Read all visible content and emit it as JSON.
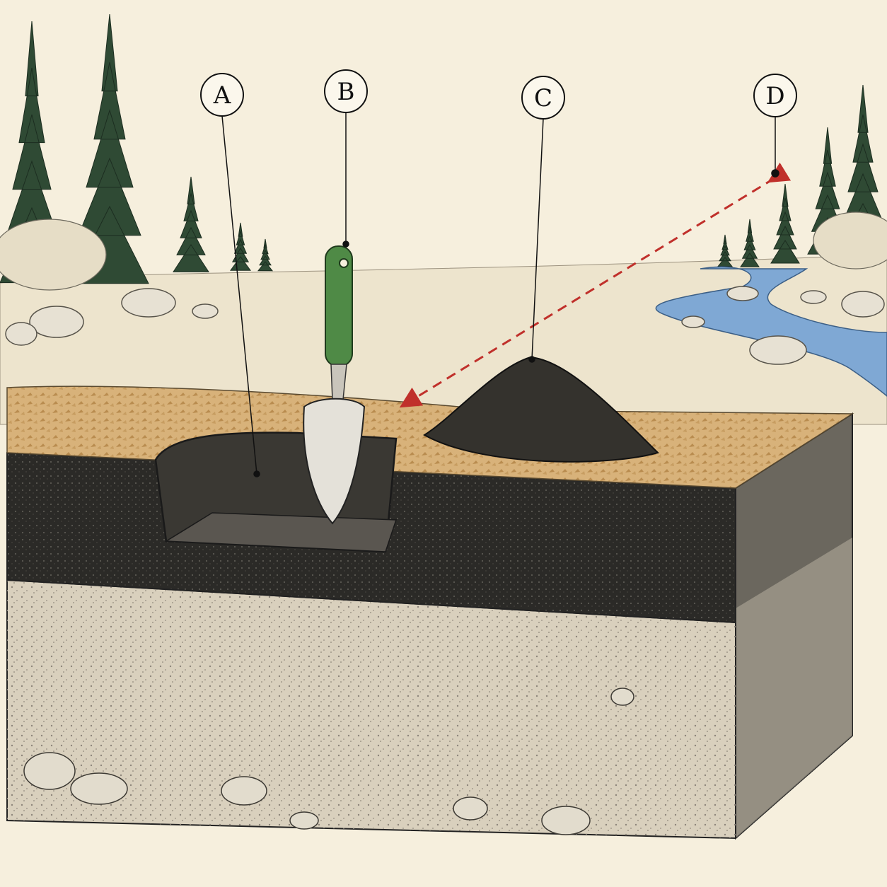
{
  "diagram": {
    "callouts": [
      {
        "id": "A",
        "label": "A",
        "target": "dug-hole"
      },
      {
        "id": "B",
        "label": "B",
        "target": "garden-trowel"
      },
      {
        "id": "C",
        "label": "C",
        "target": "soil-pile"
      },
      {
        "id": "D",
        "label": "D",
        "target": "stream-direction"
      }
    ],
    "colors": {
      "background": "#f6efdd",
      "topsoil": "#2b2a27",
      "subsoil": "#d9d0bd",
      "leaf_litter": "#d8b27a",
      "trowel_handle": "#4f8a46",
      "stream": "#7fa8d4",
      "arrow": "#c0302b",
      "tree": "#2f4a34"
    }
  }
}
